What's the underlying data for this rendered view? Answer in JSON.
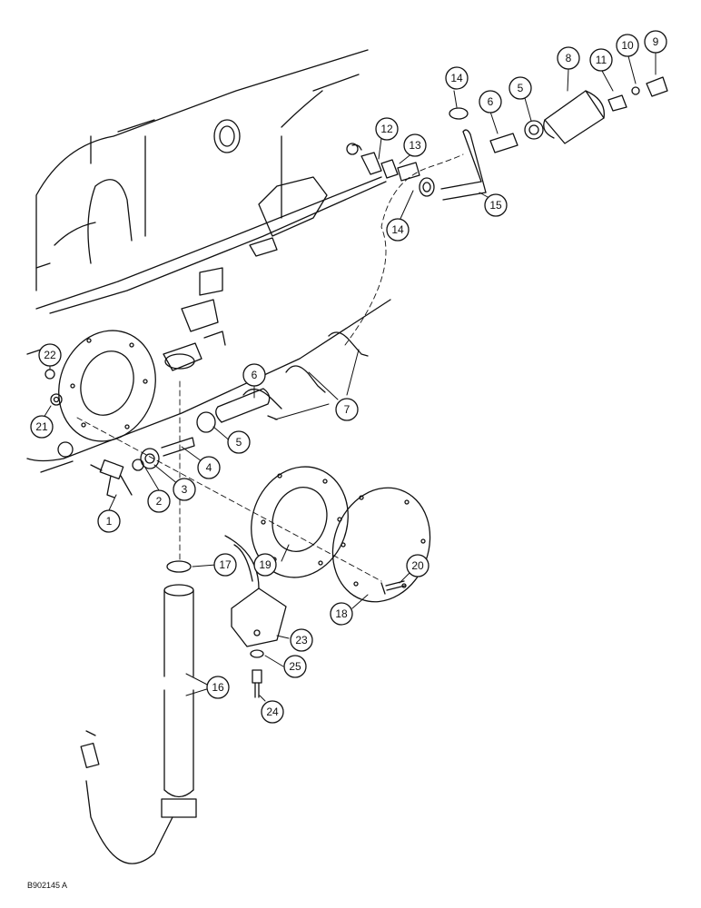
{
  "figure_id": "B902145 A",
  "callouts": {
    "c1": "1",
    "c2": "2",
    "c3": "3",
    "c4": "4",
    "c5a": "5",
    "c5b": "5",
    "c6a": "6",
    "c6b": "6",
    "c7": "7",
    "c8": "8",
    "c9": "9",
    "c10": "10",
    "c11": "11",
    "c12": "12",
    "c13": "13",
    "c14a": "14",
    "c14b": "14",
    "c15": "15",
    "c16": "16",
    "c17": "17",
    "c18": "18",
    "c19": "19",
    "c20": "20",
    "c21": "21",
    "c22": "22",
    "c23": "23",
    "c24": "24",
    "c25": "25"
  },
  "colors": {
    "ink": "#111111",
    "background": "#ffffff"
  }
}
